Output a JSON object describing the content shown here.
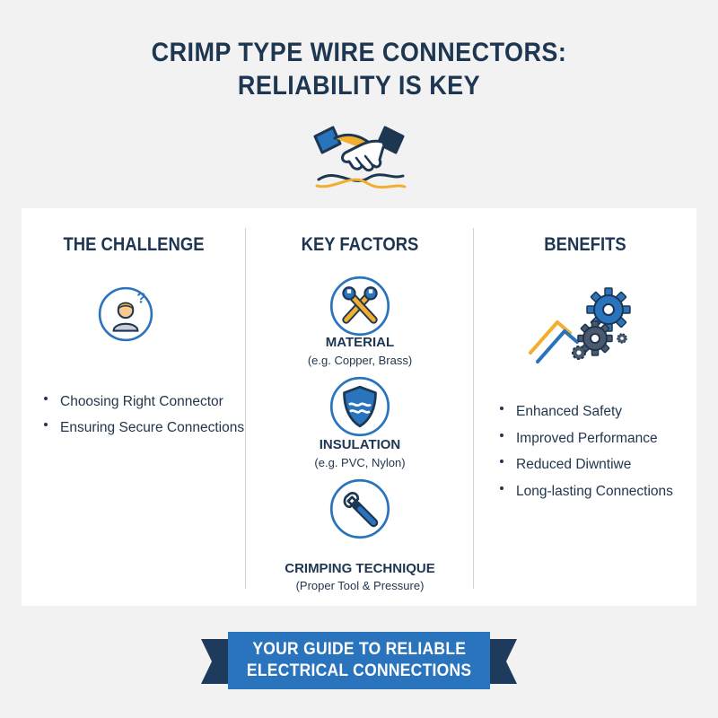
{
  "header": {
    "title_line1": "CRIMP TYPE WIRE CONNECTORS:",
    "title_line2": "RELIABILITY IS KEY",
    "hero_icon": "handshake-icon"
  },
  "columns": {
    "challenge": {
      "heading": "THE CHALLENGE",
      "icon": "person-question-icon",
      "bullets": [
        "Choosing Right Connector",
        "Ensuring Secure Connections"
      ]
    },
    "factors": {
      "heading": "KEY FACTORS",
      "items": [
        {
          "label": "MATERIAL",
          "sub": "(e.g. Copper, Brass)",
          "icon": "tools-icon"
        },
        {
          "label": "INSULATION",
          "sub": "(e.g. PVC, Nylon)",
          "icon": "shield-icon"
        },
        {
          "label": "CRIMPING TECHNIQUE",
          "sub": "(Proper Tool & Pressure)",
          "icon": "crimping-tool-icon"
        }
      ]
    },
    "benefits": {
      "heading": "BENEFITS",
      "icon": "gears-chart-icon",
      "bullets": [
        "Enhanced Safety",
        "Improved Performance",
        "Reduced Diwntiwe",
        "Long-lasting Connections"
      ]
    }
  },
  "footer": {
    "line1": "YOUR GUIDE TO RELIABLE",
    "line2": "ELECTRICAL CONNECTIONS"
  },
  "colors": {
    "navy": "#1d3651",
    "blue": "#2a74bd",
    "orange": "#f3ad2f",
    "banner": "#2a74bd",
    "banner_dark": "#1e3a5c"
  }
}
